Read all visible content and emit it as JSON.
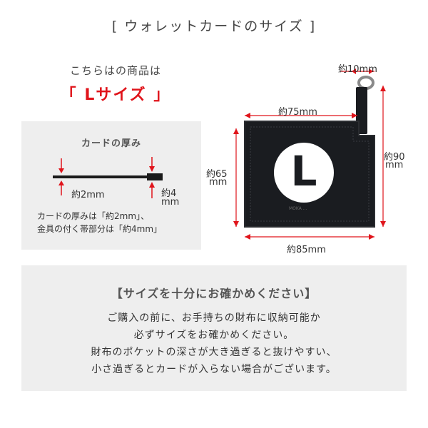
{
  "title": "[ ウォレットカードのサイズ ]",
  "intro_text": "こちらはの商品は",
  "size_label": "「 Lサイズ 」",
  "card_thickness": {
    "heading": "カードの厚み",
    "dim_2mm": "約2mm",
    "dim_4mm_1": "約4",
    "dim_4mm_2": "mm",
    "note_line1": "カードの厚みは「約2mm」、",
    "note_line2": "金具の付く帯部分は「約4mm」"
  },
  "wallet": {
    "badge_letter": "L",
    "dim_10mm": "約10mm",
    "dim_75mm": "約75mm",
    "dim_65mm_1": "約65",
    "dim_65mm_2": "mm",
    "dim_90mm_1": "約90",
    "dim_90mm_2": "mm",
    "dim_85mm": "約85mm",
    "embossed_brand": "MOKA ..."
  },
  "notice": {
    "heading": "【サイズを十分にお確かめください】",
    "lines": [
      "ご購入の前に、お手持ちの財布に収納可能か",
      "必ずサイズをお確かめください。",
      "財布のポケットの深さが大き過ぎると抜けやすい、",
      "小さ過ぎるとカードが入らない場合がございます。"
    ]
  },
  "colors": {
    "accent_red": "#e0141b",
    "panel_gray": "#eeeeee",
    "wallet_black": "#1a1c20"
  }
}
